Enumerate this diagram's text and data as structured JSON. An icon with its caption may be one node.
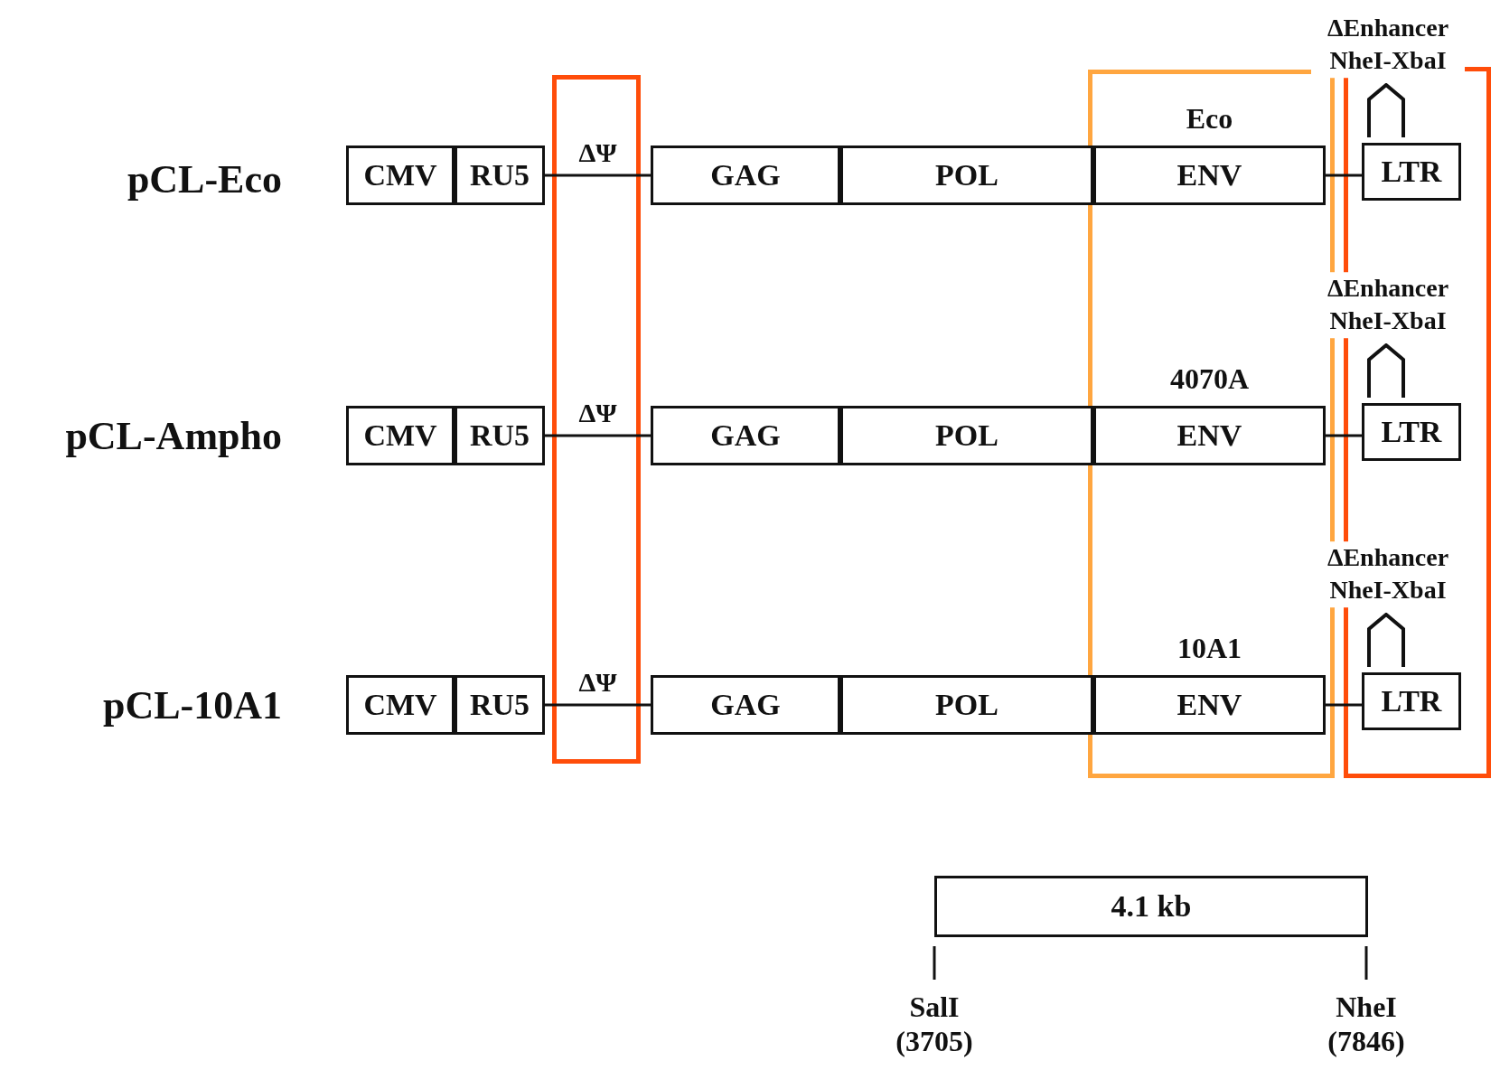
{
  "diagram": {
    "nodes": [
      {
        "text": [
          "CMV"
        ]
      },
      {
        "text": [
          "RU5"
        ]
      },
      {
        "text": [
          "GAG"
        ]
      },
      {
        "text": [
          "POL"
        ]
      },
      {
        "text": [
          "ENV"
        ],
        "beside": [
          "Eco"
        ]
      },
      {
        "text": [
          "LTR"
        ],
        "beside": [
          "ΔEnhancer NheI-XbaI"
        ]
      },
      {
        "text": [
          "CMV"
        ]
      },
      {
        "text": [
          "RU5"
        ]
      },
      {
        "text": [
          "GAG"
        ]
      },
      {
        "text": [
          "POL"
        ]
      },
      {
        "text": [
          "ENV"
        ],
        "beside": [
          "4070A"
        ]
      },
      {
        "text": [
          "LTR"
        ],
        "beside": [
          "ΔEnhancer NheI-XbaI"
        ]
      },
      {
        "text": [
          "CMV"
        ]
      },
      {
        "text": [
          "RU5"
        ]
      },
      {
        "text": [
          "GAG"
        ]
      },
      {
        "text": [
          "POL"
        ]
      },
      {
        "text": [
          "ENV"
        ],
        "beside": [
          "10A1"
        ]
      },
      {
        "text": [
          "LTR"
        ],
        "beside": [
          "ΔEnhancer NheI-XbaI"
        ]
      },
      {
        "text": [
          "4.1 kb"
        ]
      }
    ],
    "edges": [
      {
        "from": 1,
        "to": 2,
        "arrow": "none",
        "label": "ΔΨ"
      },
      {
        "from": 4,
        "to": 5,
        "arrow": "none"
      },
      {
        "from": 7,
        "to": 8,
        "arrow": "none",
        "label": "ΔΨ"
      },
      {
        "from": 10,
        "to": 11,
        "arrow": "none"
      },
      {
        "from": 13,
        "to": 14,
        "arrow": "none",
        "label": "ΔΨ"
      },
      {
        "from": 16,
        "to": 17,
        "arrow": "none"
      }
    ],
    "labels": [
      "pCL-Eco",
      "pCL-Ampho",
      "pCL-10A1",
      "SalI (3705)",
      "NheI (7846)"
    ]
  }
}
